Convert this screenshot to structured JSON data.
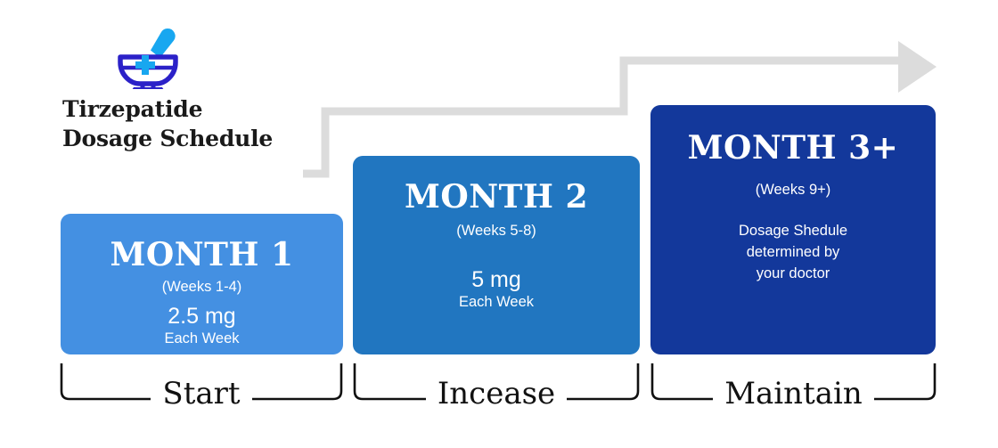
{
  "brand": {
    "icon": "mortar-and-pestle-icon",
    "title_line1": "Tirzepatide",
    "title_line2": "Dosage Schedule",
    "icon_bowl_color": "#2b21c8",
    "icon_accent_color": "#18a7f0"
  },
  "flow": {
    "arrow_color": "#dcdcdc",
    "direction": "ascending-staircase-right"
  },
  "cards": [
    {
      "id": "month-1",
      "heading": "MONTH 1",
      "weeks": "(Weeks 1-4)",
      "dose": "2.5 mg",
      "frequency": "Each Week",
      "note": "",
      "color": "#4490e2"
    },
    {
      "id": "month-2",
      "heading": "MONTH 2",
      "weeks": "(Weeks 5-8)",
      "dose": "5 mg",
      "frequency": "Each Week",
      "note": "",
      "color": "#2176c0"
    },
    {
      "id": "month-3",
      "heading": "MONTH 3+",
      "weeks": "(Weeks 9+)",
      "dose": "",
      "frequency": "",
      "note": "Dosage Shedule\ndetermined by\nyour doctor",
      "color": "#13389b"
    }
  ],
  "phases": [
    {
      "id": "start",
      "label": "Start"
    },
    {
      "id": "increase",
      "label": "Incease"
    },
    {
      "id": "maintain",
      "label": "Maintain"
    }
  ]
}
